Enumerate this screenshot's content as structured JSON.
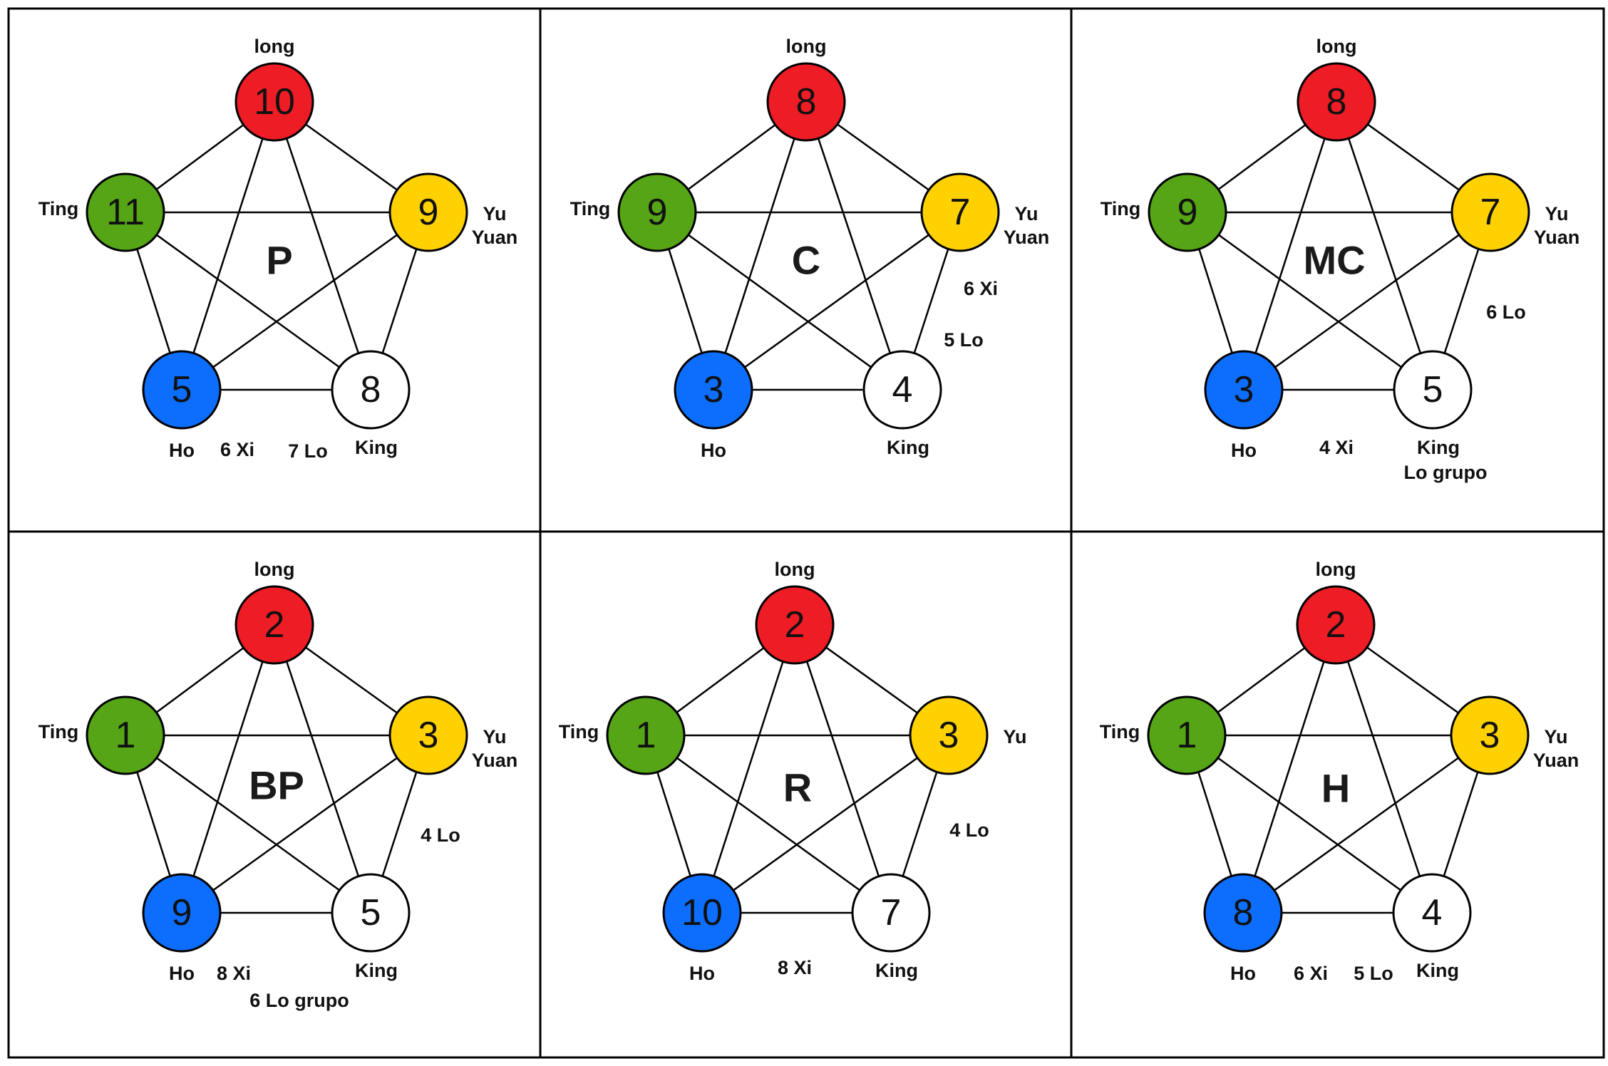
{
  "colors": {
    "top": "#ee1c25",
    "left": "#55a516",
    "right": "#ffd100",
    "bottom_left": "#0d6efd",
    "bottom_right": "#ffffff"
  },
  "panels": [
    {
      "center": "P",
      "nodes": {
        "top": "10",
        "left": "11",
        "right": "9",
        "bottom_left": "5",
        "bottom_right": "8"
      },
      "labels": {
        "top": "long",
        "left": "Ting",
        "right1": "Yu",
        "right2": "Yuan",
        "bottom_left": "Ho",
        "bottom_right": "King"
      },
      "annotations": [
        "6 Xi",
        "7 Lo"
      ]
    },
    {
      "center": "C",
      "nodes": {
        "top": "8",
        "left": "9",
        "right": "7",
        "bottom_left": "3",
        "bottom_right": "4"
      },
      "labels": {
        "top": "long",
        "left": "Ting",
        "right1": "Yu",
        "right2": "Yuan",
        "bottom_left": "Ho",
        "bottom_right": "King"
      },
      "annotations": [
        "6 Xi",
        "5 Lo"
      ]
    },
    {
      "center": "MC",
      "nodes": {
        "top": "8",
        "left": "9",
        "right": "7",
        "bottom_left": "3",
        "bottom_right": "5"
      },
      "labels": {
        "top": "long",
        "left": "Ting",
        "right1": "Yu",
        "right2": "Yuan",
        "bottom_left": "Ho",
        "bottom_right": "King"
      },
      "annotations": [
        "6 Lo",
        "4 Xi",
        "Lo grupo"
      ]
    },
    {
      "center": "BP",
      "nodes": {
        "top": "2",
        "left": "1",
        "right": "3",
        "bottom_left": "9",
        "bottom_right": "5"
      },
      "labels": {
        "top": "long",
        "left": "Ting",
        "right1": "Yu",
        "right2": "Yuan",
        "bottom_left": "Ho",
        "bottom_right": "King"
      },
      "annotations": [
        "4 Lo",
        "8 Xi",
        "6 Lo grupo"
      ]
    },
    {
      "center": "R",
      "nodes": {
        "top": "2",
        "left": "1",
        "right": "3",
        "bottom_left": "10",
        "bottom_right": "7"
      },
      "labels": {
        "top": "long",
        "left": "Ting",
        "right1": "Yu",
        "right2": "",
        "bottom_left": "Ho",
        "bottom_right": "King"
      },
      "annotations": [
        "4 Lo",
        "8 Xi"
      ]
    },
    {
      "center": "H",
      "nodes": {
        "top": "2",
        "left": "1",
        "right": "3",
        "bottom_left": "8",
        "bottom_right": "4"
      },
      "labels": {
        "top": "long",
        "left": "Ting",
        "right1": "Yu",
        "right2": "Yuan",
        "bottom_left": "Ho",
        "bottom_right": "King"
      },
      "annotations": [
        "6 Xi",
        "5 Lo"
      ]
    }
  ]
}
